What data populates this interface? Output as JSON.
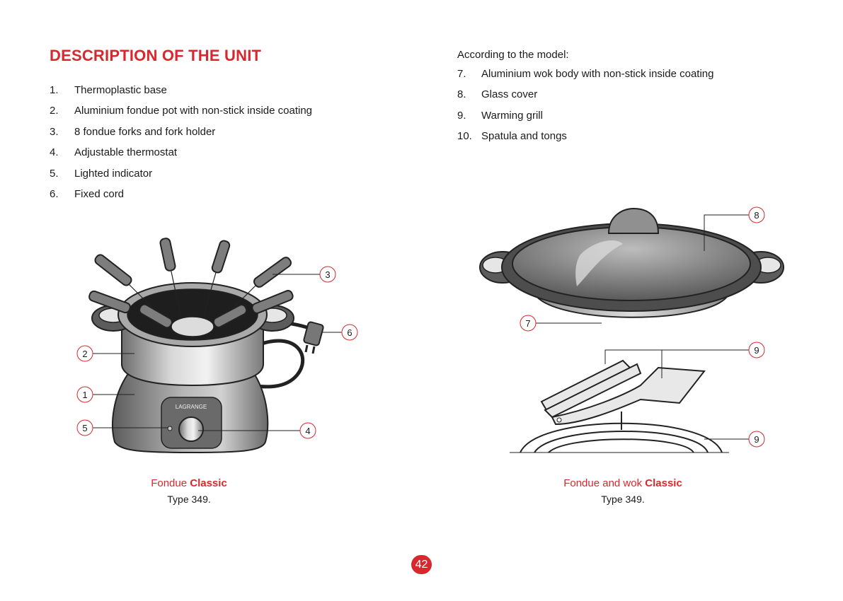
{
  "heading": "DESCRIPTION OF THE UNIT",
  "intro_right": "According to the model:",
  "parts_left": [
    {
      "num": "1.",
      "text": "Thermoplastic base"
    },
    {
      "num": "2.",
      "text": "Aluminium fondue pot with non-stick inside coating"
    },
    {
      "num": "3.",
      "text": "8 fondue forks and fork holder"
    },
    {
      "num": "4.",
      "text": "Adjustable thermostat"
    },
    {
      "num": "5.",
      "text": "Lighted indicator"
    },
    {
      "num": "6.",
      "text": "Fixed cord"
    }
  ],
  "parts_right": [
    {
      "num": "7.",
      "text": "Aluminium wok body with non-stick inside coating"
    },
    {
      "num": "8.",
      "text": "Glass cover"
    },
    {
      "num": "9.",
      "text": "Warming grill"
    },
    {
      "num": "10.",
      "text": "Spatula and tongs"
    }
  ],
  "fondue_callouts": [
    "3",
    "6",
    "2",
    "1",
    "5",
    "4"
  ],
  "wok_callouts": [
    "8",
    "7",
    "9",
    "9"
  ],
  "brand_logo": "LAGRANGE",
  "caption_left": {
    "prefix": "Fondue ",
    "bold": "Classic",
    "sub": "Type 349."
  },
  "caption_right": {
    "prefix": "Fondue and wok ",
    "bold": "Classic",
    "sub": "Type 349."
  },
  "page_number": "42",
  "colors": {
    "accent": "#d9282d",
    "text": "#1a1a1a"
  }
}
